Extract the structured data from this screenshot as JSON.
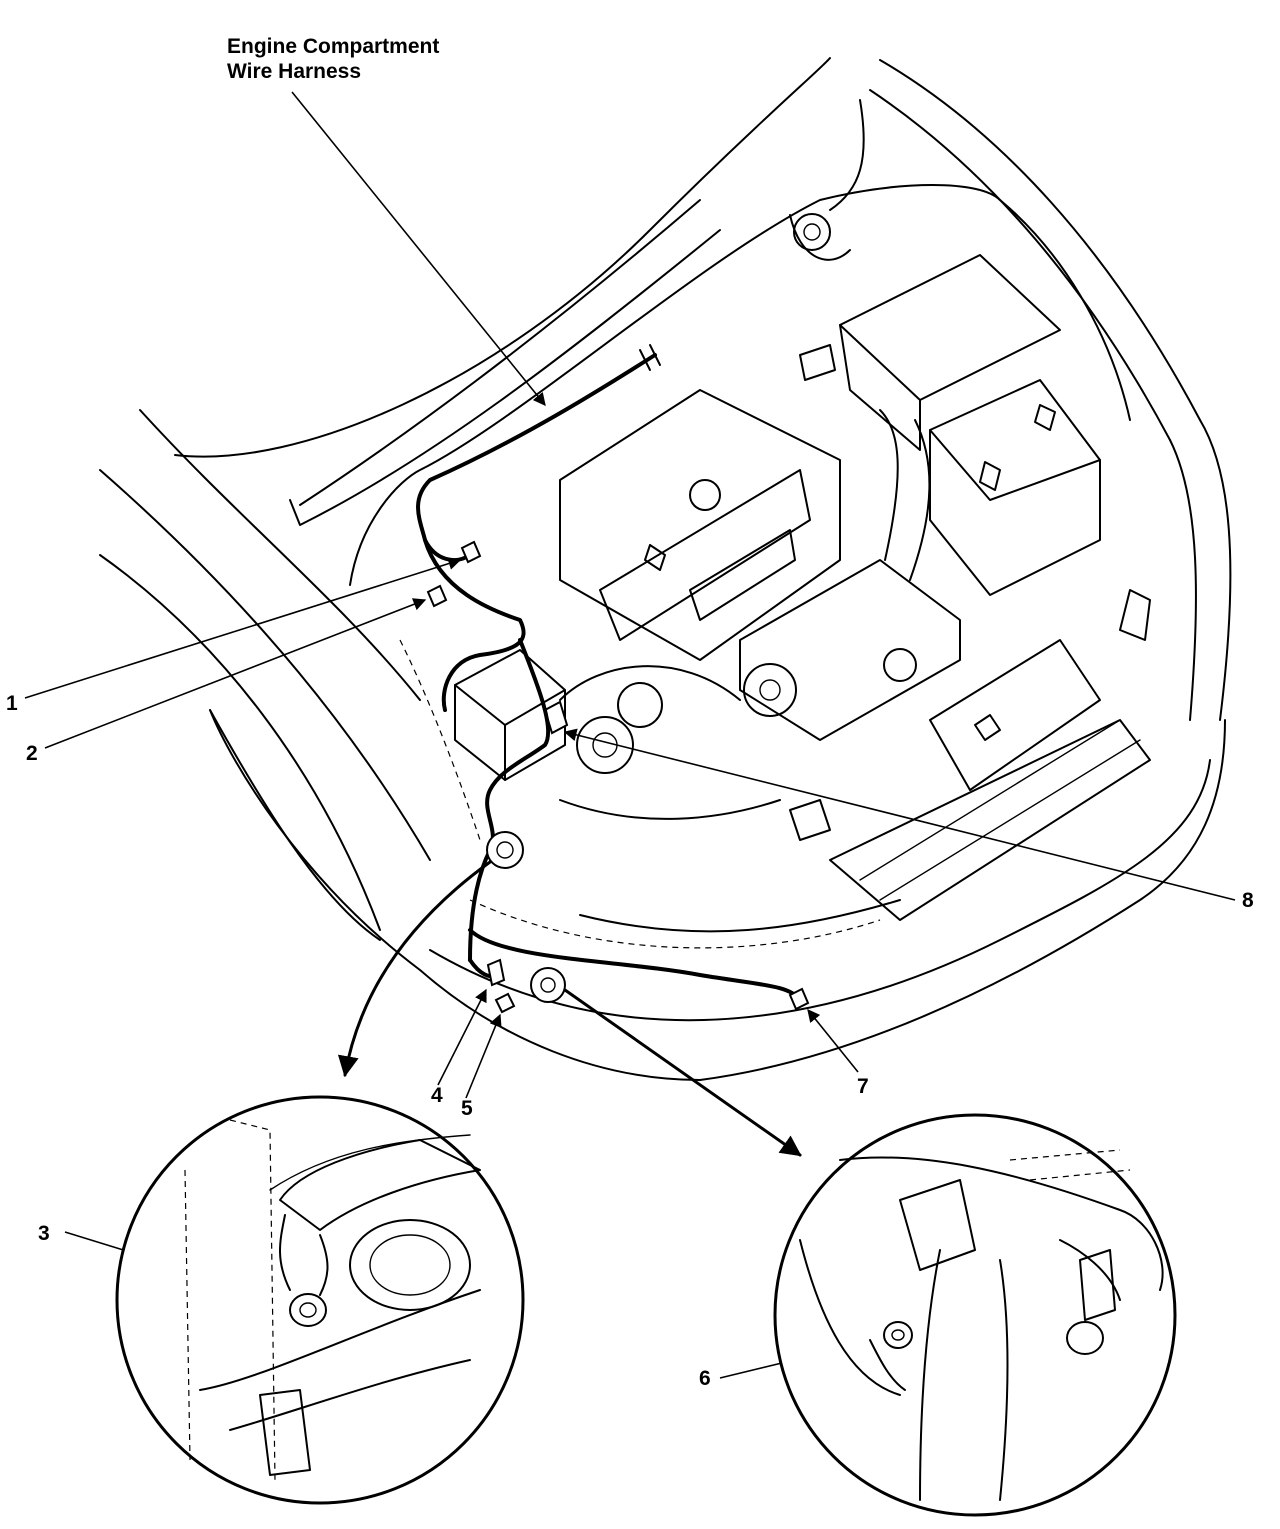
{
  "diagram": {
    "title_lines": [
      "Engine Compartment",
      "Wire Harness"
    ],
    "callouts": [
      "1",
      "2",
      "3",
      "4",
      "5",
      "6",
      "7",
      "8"
    ]
  }
}
